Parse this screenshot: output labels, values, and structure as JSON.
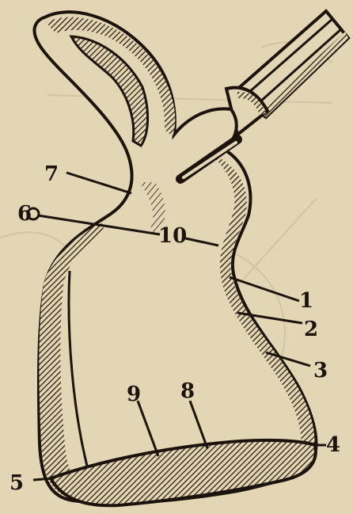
{
  "figure": {
    "labels": {
      "l1": "1",
      "l2": "2",
      "l3": "3",
      "l4": "4",
      "l5": "5",
      "l6": "6",
      "l7": "7",
      "l8": "8",
      "l9": "9",
      "l10": "10"
    },
    "colors": {
      "paper": "#e3d6b4",
      "ink": "#1c140c",
      "shadow_hatch": "#2a1e12",
      "bleed": "#c9b995"
    }
  }
}
